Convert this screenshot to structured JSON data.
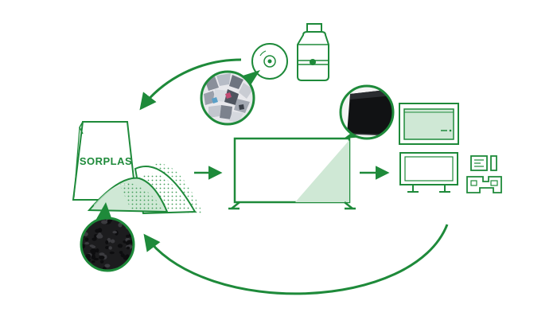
{
  "diagram": {
    "bag_label": "SORPLAS",
    "icons": {
      "recycle_arrow_top": "curved-arrow-left-icon",
      "recycle_arrow_bottom": "curved-arrow-left-icon",
      "cd": "disc-icon",
      "water_bottle": "water-jug-icon",
      "plastic_flakes": "plastic-flakes-photo",
      "pellets": "plastic-pellets-photo",
      "bag": "paper-bag-icon",
      "powder_piles": "powder-pile-icon",
      "tv": "television-icon",
      "tv_back_photo": "tv-back-panel-photo",
      "monitor_top": "monitor-icon",
      "monitor_bottom": "monitor-icon",
      "parts": "components-icon",
      "arrow_to_tv": "arrow-right-icon",
      "arrow_to_products": "arrow-right-icon"
    },
    "colors": {
      "accent": "#1e8a3a",
      "accent_light": "#cfe8d5",
      "accent_mid": "#7cc08f",
      "background": "#ffffff"
    }
  }
}
